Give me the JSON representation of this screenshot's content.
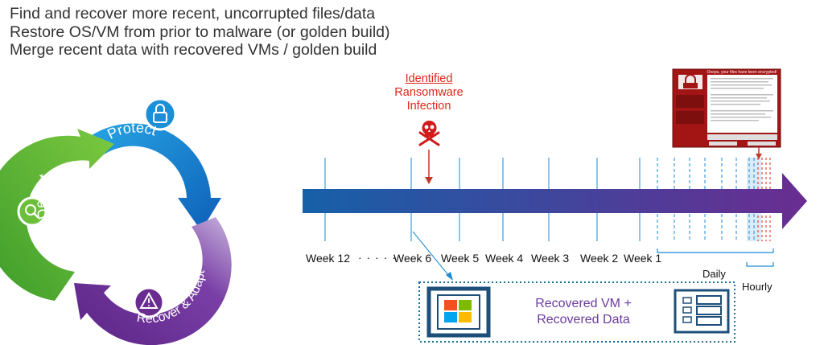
{
  "headlines": [
    "Find and recover more recent, uncorrupted files/data",
    "Restore OS/VM from prior to malware (or golden build)",
    "Merge recent data with recovered VMs / golden build"
  ],
  "cycle": {
    "protect_label": "Protect",
    "detect_label": "Detect",
    "recover_label": "Recover & Adapt",
    "colors": {
      "protect": "#1a8fd8",
      "detect": "#55b133",
      "recover": "#6a2c91"
    }
  },
  "infection": {
    "line1": "Identified",
    "line2": "Ransomware",
    "line3": "Infection",
    "color": "#e2241a"
  },
  "timeline": {
    "weeks": [
      "Week 12",
      "Week 6",
      "Week 5",
      "Week 4",
      "Week 3",
      "Week 2",
      "Week 1"
    ],
    "ellipsis": "· · · · · ·",
    "daily_label": "Daily",
    "hourly_label": "Hourly",
    "arrow_color_start": "#1660a8",
    "arrow_color_end": "#6a2c91"
  },
  "ransom_screen": {
    "title": "Ooops, your files have been encrypted!"
  },
  "recovered": {
    "line1": "Recovered VM +",
    "line2": "Recovered Data"
  }
}
